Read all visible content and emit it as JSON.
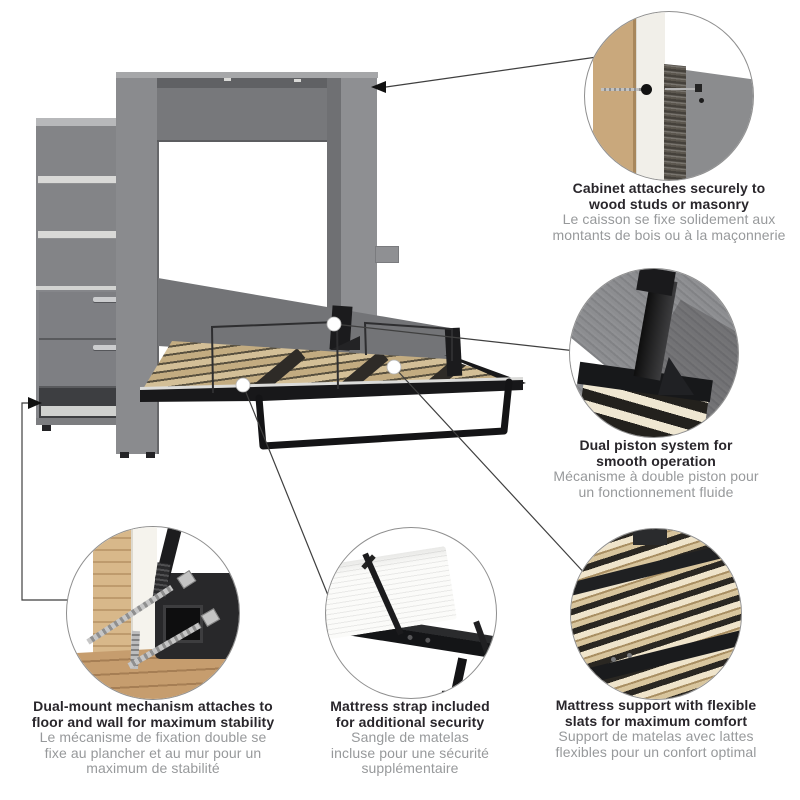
{
  "image_type": "product-feature-infographic",
  "product": "wall bed with shelving unit",
  "colors": {
    "background": "#ffffff",
    "heading_text": "#29262b",
    "subtext": "#97999b",
    "cabinet_gray": "#8a8b8e",
    "slat_tan": "#d3bf97",
    "frame_black": "#18181a",
    "stud_wood": "#c9a87c",
    "floor_wood": "#c69d6e",
    "connector_line": "#3f3f3f",
    "circle_border": "#8f8f8f"
  },
  "features": [
    {
      "id": "cabinet-attachment",
      "title_en": [
        "Cabinet attaches securely to",
        "wood studs or masonry"
      ],
      "desc_fr": [
        "Le caisson se fixe solidement aux",
        "montants de bois ou à la maçonnerie"
      ]
    },
    {
      "id": "dual-piston",
      "title_en": [
        "Dual piston system for",
        "smooth operation"
      ],
      "desc_fr": [
        "Mécanisme à double piston pour",
        "un fonctionnement fluide"
      ]
    },
    {
      "id": "slat-support",
      "title_en": [
        "Mattress support with flexible",
        "slats for maximum comfort"
      ],
      "desc_fr": [
        "Support de matelas avec lattes",
        "flexibles pour un confort optimal"
      ]
    },
    {
      "id": "dual-mount",
      "title_en": [
        "Dual-mount mechanism attaches to",
        "floor and wall for maximum stability"
      ],
      "desc_fr": [
        "Le mécanisme de fixation double se",
        "fixe au plancher et au mur pour un",
        "maximum de stabilité"
      ]
    },
    {
      "id": "mattress-strap",
      "title_en": [
        "Mattress strap included",
        "for additional security"
      ],
      "desc_fr": [
        "Sangle de matelas",
        "incluse pour une sécurité",
        "supplémentaire"
      ]
    }
  ]
}
